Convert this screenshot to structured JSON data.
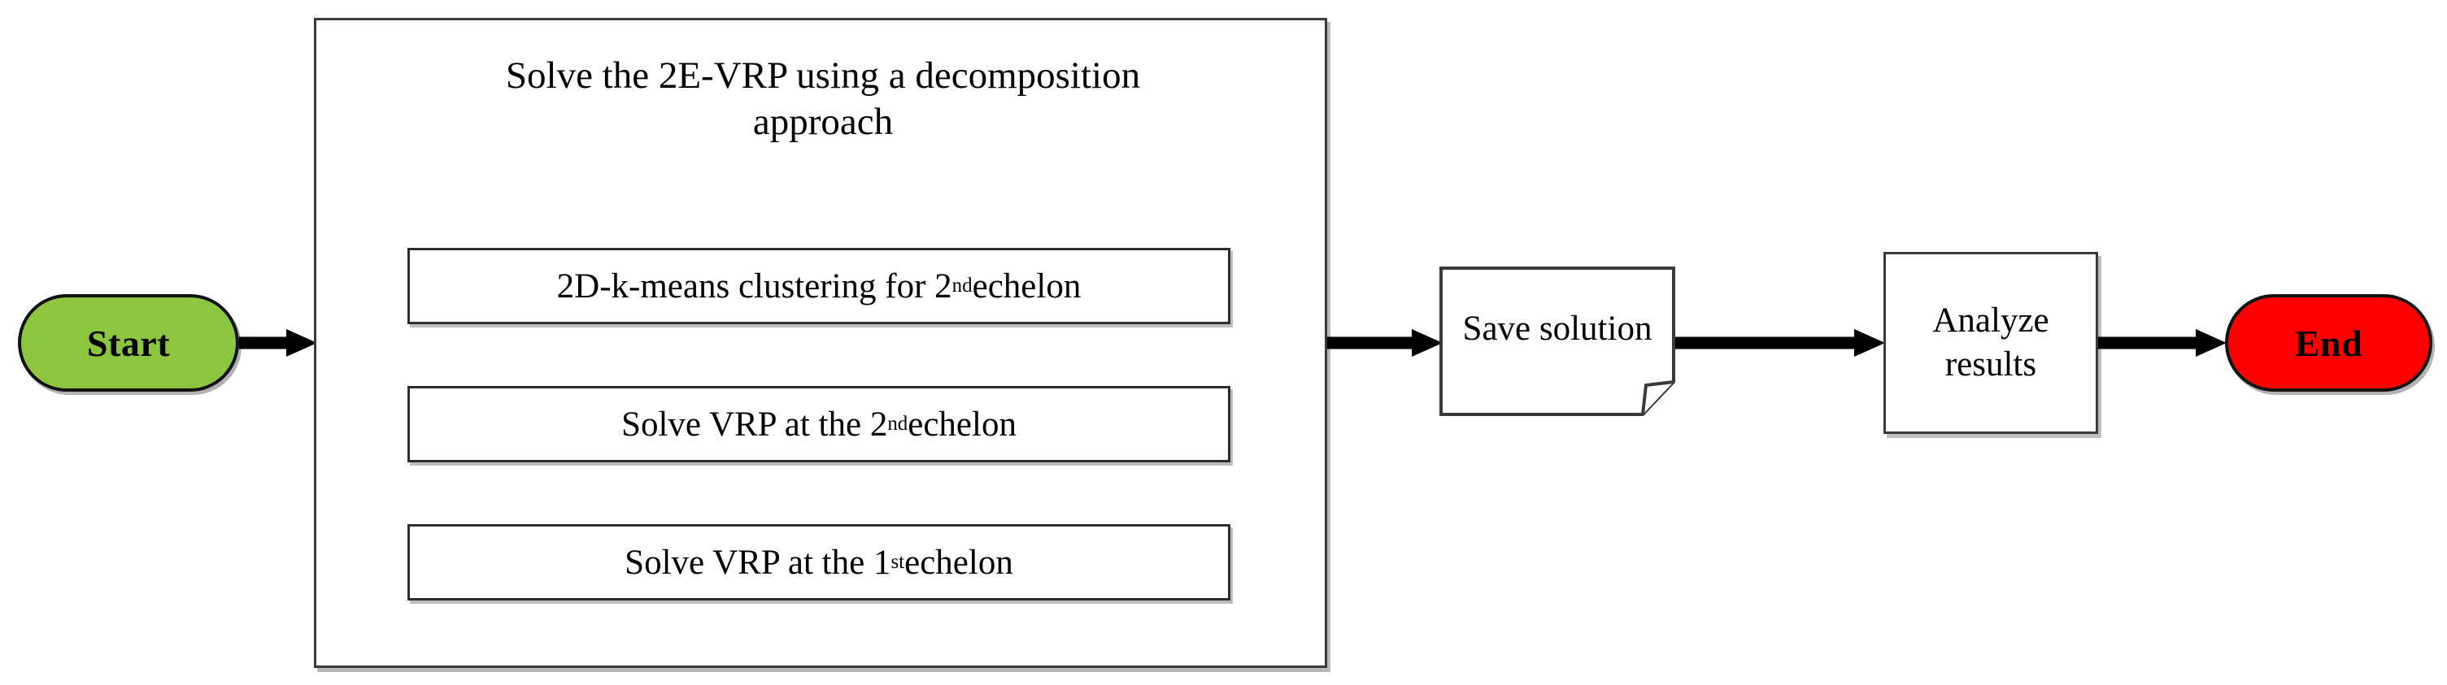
{
  "diagram": {
    "title": "2E-VRP decomposition solution flowchart",
    "colors": {
      "start_fill": "#8CC63F",
      "end_fill": "#FF0000",
      "node_stroke": "#3A3A3A",
      "arrow": "#000000",
      "background": "#FFFFFF",
      "text": "#000000"
    },
    "nodes": {
      "start": {
        "label": "Start",
        "shape": "terminator"
      },
      "decomposition": {
        "title_line_1": "Solve the 2E-VRP using a decomposition",
        "title_line_2": "approach",
        "shape": "container",
        "steps": [
          {
            "text_before": "2D-k-means clustering for 2",
            "ordinal": "nd",
            "text_after": " echelon"
          },
          {
            "text_before": "Solve VRP at the 2",
            "ordinal": "nd",
            "text_after": " echelon"
          },
          {
            "text_before": "Solve VRP at the 1",
            "ordinal": "st",
            "text_after": " echelon"
          }
        ]
      },
      "save_solution": {
        "label": "Save solution",
        "shape": "document"
      },
      "analyze_results": {
        "line_1": "Analyze",
        "line_2": "results",
        "shape": "process"
      },
      "end": {
        "label": "End",
        "shape": "terminator"
      }
    },
    "edges": [
      {
        "from": "start",
        "to": "decomposition",
        "style": "solid-arrow"
      },
      {
        "from": "decomposition",
        "to": "save_solution",
        "style": "solid-arrow"
      },
      {
        "from": "save_solution",
        "to": "analyze_results",
        "style": "solid-arrow"
      },
      {
        "from": "analyze_results",
        "to": "end",
        "style": "solid-arrow"
      }
    ]
  }
}
